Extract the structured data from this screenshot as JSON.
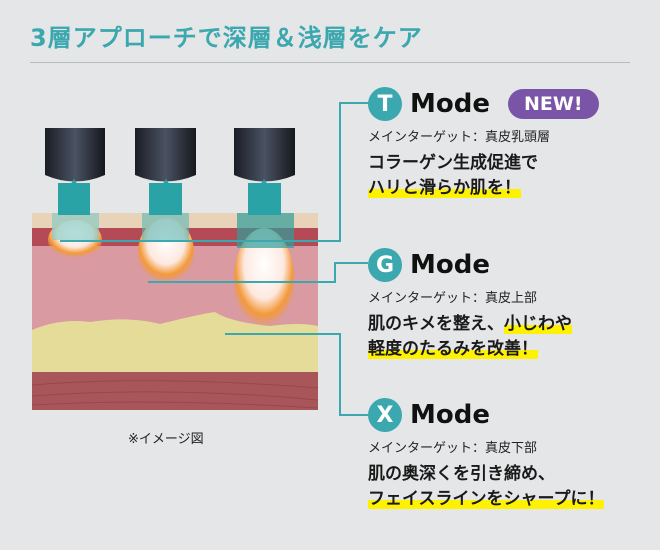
{
  "title": "3層アプローチで深層＆浅層をケア",
  "caption": "※イメージ図",
  "colors": {
    "accent": "#3ba7ae",
    "new_badge": "#7a54a6",
    "highlight": "#fff200"
  },
  "modes": [
    {
      "letter": "T",
      "name": "Mode",
      "badge": "NEW!",
      "target": "メインターゲット：真皮乳頭層",
      "line1": "コラーゲン生成促進で",
      "line2": "ハリと滑らか肌を！"
    },
    {
      "letter": "G",
      "name": "Mode",
      "target": "メインターゲット：真皮上部",
      "line1a": "肌のキメを整え、",
      "line1b": "小じわや",
      "line2": "軽度のたるみを改善！"
    },
    {
      "letter": "X",
      "name": "Mode",
      "target": "メインターゲット：真皮下部",
      "line1": "肌の奥深くを引き締め、",
      "line2": "フェイスラインをシャープに！"
    }
  ]
}
